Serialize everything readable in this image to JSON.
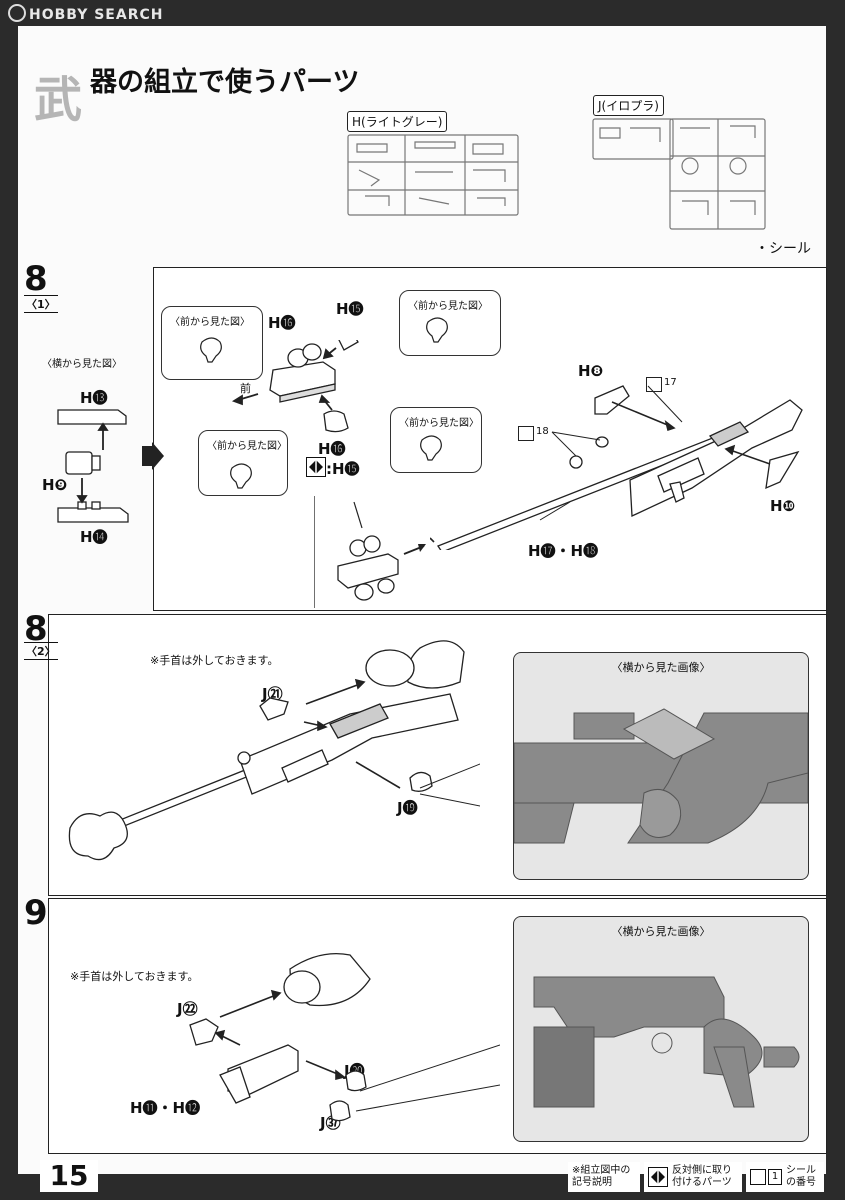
{
  "watermark": "HOBBY SEARCH",
  "header": {
    "title_first_char": "武",
    "title_rest": "器の組立で使うパーツ",
    "runner_h_label": "H(ライトグレー)",
    "runner_j_label": "J(イロプラ)",
    "seal_note": "・シール"
  },
  "step8_1": {
    "step_number": "8",
    "substep": "〈1〉",
    "side_view_caption": "〈横から見た図〉",
    "labels": {
      "h13": "H⓭",
      "h9": "H❾",
      "h14": "H⓮",
      "h16_top": "H⓰",
      "h15": "H⓯",
      "h16_bottom": "H⓰",
      "mirror_h15": ":H⓯",
      "front": "前",
      "h8": "H❽",
      "h10": "H❿",
      "h17_h18": "H⓱・H⓲",
      "seal17": "17",
      "seal18": "18"
    },
    "front_view_caption": "〈前から見た図〉"
  },
  "step8_2": {
    "step_number": "8",
    "substep": "〈2〉",
    "note": "※手首は外しておきます。",
    "labels": {
      "j21": "J㉑",
      "j19": "J⓳"
    },
    "photo_caption": "〈横から見た画像〉"
  },
  "step9": {
    "step_number": "9",
    "note": "※手首は外しておきます。",
    "labels": {
      "j22": "J㉒",
      "j20": "J⓴",
      "h11_h12": "H⓫・H⓬",
      "j37": "J㊲"
    },
    "photo_caption": "〈横から見た画像〉"
  },
  "footer": {
    "page_number": "15",
    "legend_title_line1": "※組立図中の",
    "legend_title_line2": "記号説明",
    "legend_mirror_line1": "反対側に取り",
    "legend_mirror_line2": "付けるパーツ",
    "legend_seal_num": "1",
    "legend_seal_line1": "シール",
    "legend_seal_line2": "の番号"
  }
}
